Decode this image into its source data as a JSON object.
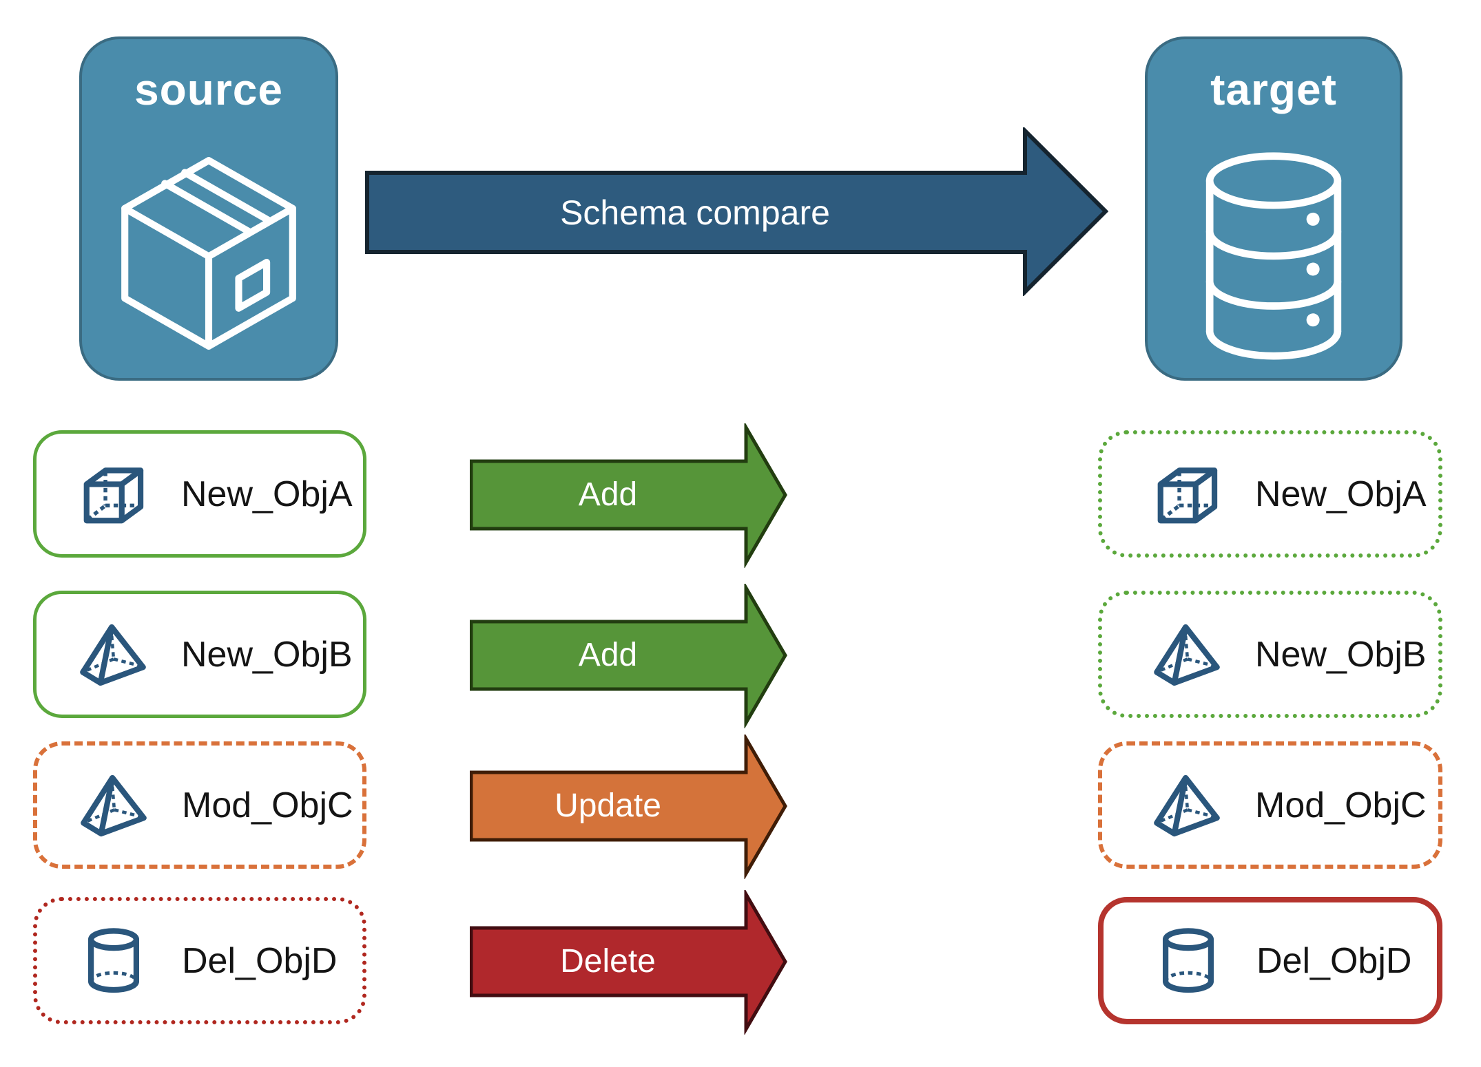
{
  "nodes": {
    "source": {
      "label": "source",
      "icon": "package-icon"
    },
    "target": {
      "label": "target",
      "icon": "database-icon"
    }
  },
  "compare_arrow": {
    "label": "Schema compare",
    "direction": "left-to-right"
  },
  "rows": [
    {
      "source_label": "New_ObjA",
      "target_label": "New_ObjA",
      "action": "Add",
      "icon": "cube-icon",
      "source_border": "solid-green",
      "target_border": "dotted-green"
    },
    {
      "source_label": "New_ObjB",
      "target_label": "New_ObjB",
      "action": "Add",
      "icon": "pyramid-icon",
      "source_border": "solid-green",
      "target_border": "dotted-green"
    },
    {
      "source_label": "Mod_ObjC",
      "target_label": "Mod_ObjC",
      "action": "Update",
      "icon": "pyramid-icon",
      "source_border": "dashed-orange",
      "target_border": "dashed-orange"
    },
    {
      "source_label": "Del_ObjD",
      "target_label": "Del_ObjD",
      "action": "Delete",
      "icon": "cylinder-icon",
      "source_border": "dotted-red",
      "target_border": "solid-red"
    }
  ],
  "colors": {
    "node_fill": "#4A8CAB",
    "node_border": "#3A6B82",
    "compare_arrow_fill": "#2E5B7E",
    "compare_arrow_outline": "#15242F",
    "add_arrow_fill": "#569539",
    "add_arrow_outline": "#223D10",
    "update_arrow_fill": "#D4733A",
    "update_arrow_outline": "#3F1D07",
    "delete_arrow_fill": "#B0282C",
    "delete_arrow_outline": "#420D11",
    "new_object_border": "#5BA83C",
    "modified_object_border": "#D9713A",
    "deleted_object_border": "#B0271F",
    "deleted_target_border": "#B5342E",
    "object_icon_stroke": "#2A567C",
    "label_text": "#141414",
    "arrow_text": "#FFFFFF"
  }
}
